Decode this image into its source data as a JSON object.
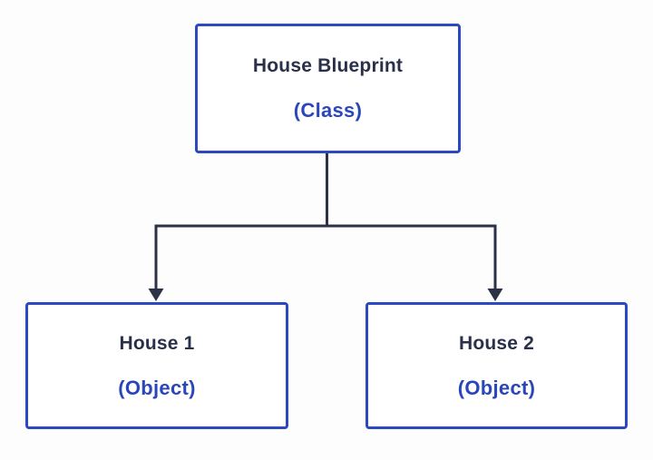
{
  "diagram": {
    "root": {
      "title": "House Blueprint",
      "subtitle": "(Class)"
    },
    "children": [
      {
        "title": "House 1",
        "subtitle": "(Object)"
      },
      {
        "title": "House 2",
        "subtitle": "(Object)"
      }
    ]
  },
  "colors": {
    "box_border": "#2b49c0",
    "box_fill": "#ffffff",
    "title_text": "#2b3049",
    "subtitle_text": "#2a46bb",
    "connector": "#2b3147",
    "background": "#fdfdfd"
  }
}
